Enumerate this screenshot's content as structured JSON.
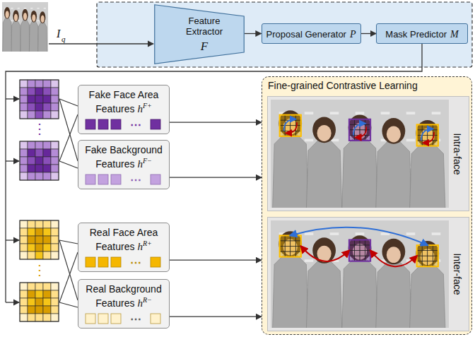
{
  "diagram": {
    "nodes": [
      {
        "text": [
          "Feature Extractor",
          "F"
        ]
      },
      {
        "text": [
          "Proposal Generator",
          "P"
        ]
      },
      {
        "text": [
          "Mask Predictor",
          "M"
        ]
      },
      {
        "text": [
          "Fake Face Area Features",
          "h",
          "F+"
        ]
      },
      {
        "text": [
          "Fake Background Features",
          "h",
          "F−"
        ]
      },
      {
        "text": [
          "Real Face Area Features",
          "h",
          "R+"
        ]
      },
      {
        "text": [
          "Real Background Features",
          "h",
          "R−"
        ]
      },
      {
        "text": [
          "Fine-grained Contrastive Learning"
        ]
      },
      {
        "text": [
          "Intra-face"
        ],
        "in": 7
      },
      {
        "text": [
          "Inter-face"
        ],
        "in": 7
      }
    ],
    "edges": [
      {
        "from": 0,
        "to": 1,
        "arrow": "to"
      },
      {
        "from": 1,
        "to": 2,
        "arrow": "to"
      },
      {
        "from": 3,
        "to": 7,
        "arrow": "to"
      },
      {
        "from": 4,
        "to": 7,
        "arrow": "to"
      },
      {
        "from": 5,
        "to": 7,
        "arrow": "to"
      },
      {
        "from": 6,
        "to": 7,
        "arrow": "to"
      }
    ],
    "labels": [
      "I",
      "q",
      "⋮",
      "⋮",
      "⋯",
      "⋯",
      "⋯",
      "⋯"
    ]
  }
}
